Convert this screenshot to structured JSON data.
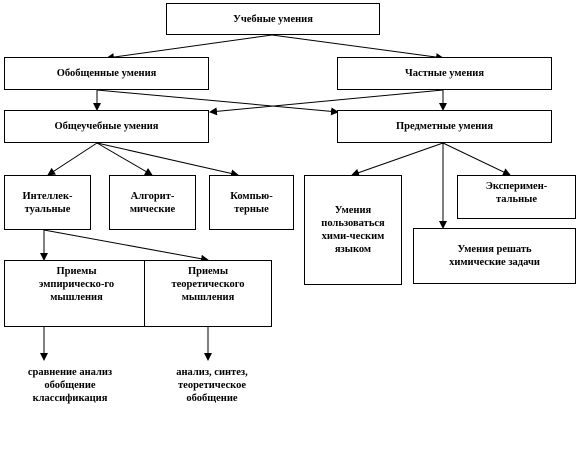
{
  "diagram": {
    "root": "Учебные умения",
    "generalized": "Обобщенные умения",
    "particular": "Частные умения",
    "general_educational": "Общеучебные умения",
    "subject": "Предметные умения",
    "intellectual": "Интеллек-\nтуальные",
    "algorithmic": "Алгорит-\nмические",
    "computer": "Компью-\nтерные",
    "chem_language": "Умения\nпользоваться\nхими-ческим\nязыком",
    "experimental": "Эксперимен-\nтальные",
    "solve_chem": "Умения решать\nхимические задачи",
    "empirical": "Приемы\nэмпирическо-го\nмышления",
    "theoretical": "Приемы\nтеоретического\nмышления",
    "empirical_list": "сравнение анализ\nобобщение\nклассификация",
    "theoretical_list": "анализ, синтез,\nтеоретическое\nобобщение"
  }
}
